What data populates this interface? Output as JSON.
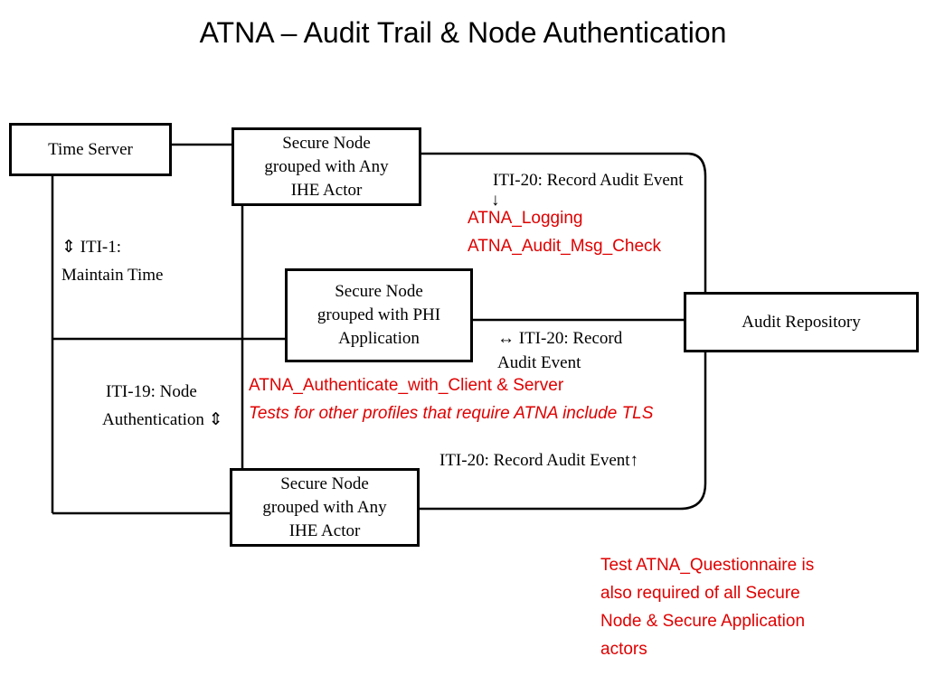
{
  "title": "ATNA – Audit Trail & Node Authentication",
  "nodes": {
    "time_server": "Time Server",
    "secure_node_top": "Secure Node grouped with Any IHE Actor",
    "secure_node_phi": "Secure Node grouped with PHI Application",
    "secure_node_bottom": "Secure Node grouped with Any IHE Actor",
    "audit_repository": "Audit Repository"
  },
  "transactions": {
    "iti20_top": "ITI-20: Record Audit Event",
    "iti20_top_arrow": "↓",
    "iti1_arrow": "⇕",
    "iti1_line1": "ITI-1:",
    "iti1_line2": "Maintain Time",
    "iti20_mid_line1": "↔ ITI-20: Record",
    "iti20_mid_line2": "Audit Event",
    "iti19_line1": "ITI-19: Node",
    "iti19_line2": "Authentication",
    "iti19_arrow": "⇕",
    "iti20_bottom": "ITI-20: Record Audit Event",
    "iti20_bottom_arrow": "↑"
  },
  "annotations": {
    "logging": "ATNA_Logging",
    "audit_msg_check": "ATNA_Audit_Msg_Check",
    "authenticate": "ATNA_Authenticate_with_Client & Server",
    "tls_note": "Tests for other profiles that require ATNA include TLS",
    "questionnaire_line1": "Test ATNA_Questionnaire is",
    "questionnaire_line2": "also required of all Secure",
    "questionnaire_line3": "Node & Secure Application",
    "questionnaire_line4": "actors"
  },
  "colors": {
    "annotation": "#e00000",
    "lines": "#000000"
  }
}
